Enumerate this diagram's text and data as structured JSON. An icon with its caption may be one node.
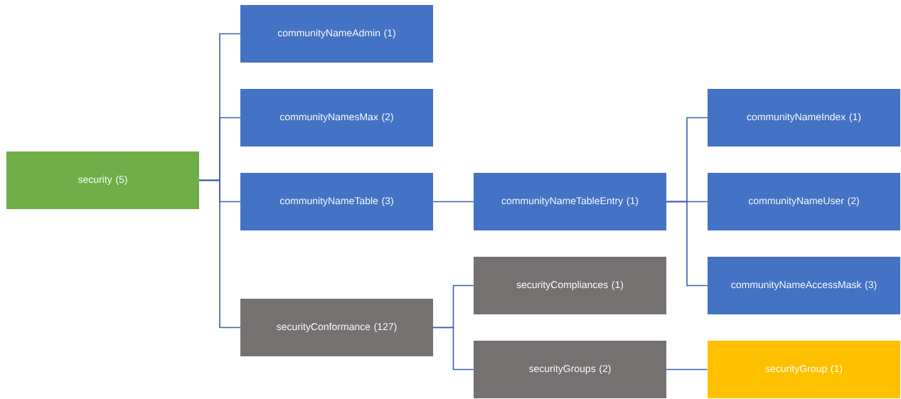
{
  "diagram": {
    "nodes": [
      {
        "text": [
          "security (5)"
        ]
      },
      {
        "text": [
          "communityNameAdmin (1)"
        ]
      },
      {
        "text": [
          "communityNamesMax (2)"
        ]
      },
      {
        "text": [
          "communityNameTable (3)"
        ]
      },
      {
        "text": [
          "securityConformance (127)"
        ]
      },
      {
        "text": [
          "communityNameTableEntry (1)"
        ]
      },
      {
        "text": [
          "securityCompliances (1)"
        ]
      },
      {
        "text": [
          "securityGroups (2)"
        ]
      },
      {
        "text": [
          "communityNameIndex (1)"
        ]
      },
      {
        "text": [
          "communityNameUser (2)"
        ]
      },
      {
        "text": [
          "communityNameAccessMask (3)"
        ]
      },
      {
        "text": [
          "securityGroup (1)"
        ]
      }
    ],
    "edges": [
      {
        "from": 0,
        "to": 1,
        "arrow": "none"
      },
      {
        "from": 0,
        "to": 2,
        "arrow": "none"
      },
      {
        "from": 0,
        "to": 3,
        "arrow": "none"
      },
      {
        "from": 0,
        "to": 4,
        "arrow": "none"
      },
      {
        "from": 3,
        "to": 5,
        "arrow": "none"
      },
      {
        "from": 4,
        "to": 6,
        "arrow": "none"
      },
      {
        "from": 4,
        "to": 7,
        "arrow": "none"
      },
      {
        "from": 5,
        "to": 8,
        "arrow": "none"
      },
      {
        "from": 5,
        "to": 9,
        "arrow": "none"
      },
      {
        "from": 5,
        "to": 10,
        "arrow": "none"
      },
      {
        "from": 7,
        "to": 11,
        "arrow": "none"
      }
    ]
  }
}
